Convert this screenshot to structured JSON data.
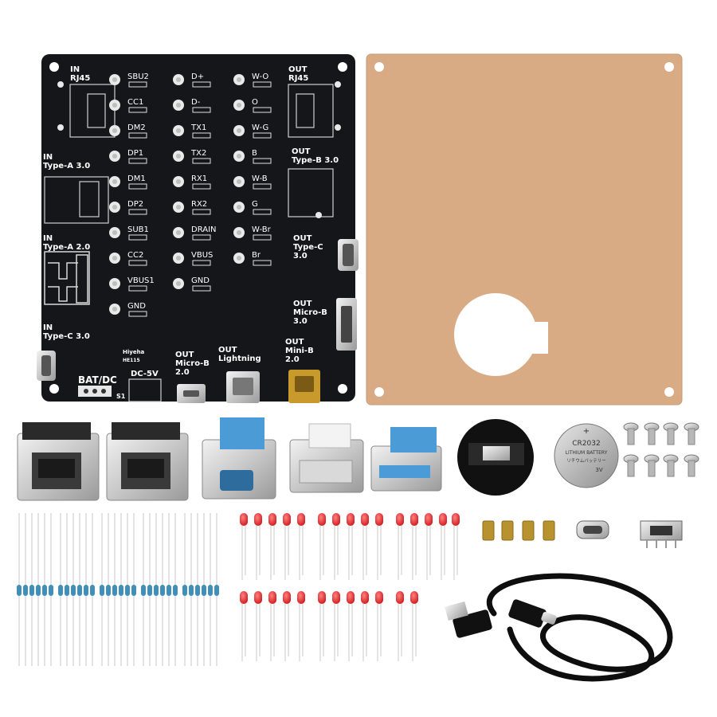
{
  "board": {
    "in_rj45": [
      "IN",
      "RJ45"
    ],
    "in_typea30": [
      "IN",
      "Type-A 3.0"
    ],
    "in_typea20": [
      "IN",
      "Type-A 2.0"
    ],
    "in_typec30": [
      "IN",
      "Type-C 3.0"
    ],
    "out_rj45": [
      "OUT",
      "RJ45"
    ],
    "out_typeb30": [
      "OUT",
      "Type-B 3.0"
    ],
    "out_typec30": [
      "OUT",
      "Type-C",
      "3.0"
    ],
    "out_microb30": [
      "OUT",
      "Micro-B",
      "3.0"
    ],
    "out_microb20": [
      "OUT",
      "Micro-B",
      "2.0"
    ],
    "out_lightning": [
      "OUT",
      "Lightning"
    ],
    "out_minib20": [
      "OUT",
      "Mini-B",
      "2.0"
    ],
    "bat_dc": "BAT/DC",
    "dc_5v": "DC-5V",
    "s1": "S1",
    "brand": "Hiyeha",
    "model": "HE115",
    "col1": [
      "SBU2",
      "CC1",
      "DM2",
      "DP1",
      "DM1",
      "DP2",
      "SUB1",
      "CC2",
      "VBUS1",
      "GND"
    ],
    "col2": [
      "D+",
      "D-",
      "TX1",
      "TX2",
      "RX1",
      "RX2",
      "DRAIN",
      "VBUS",
      "GND"
    ],
    "col3": [
      "W-O",
      "O",
      "W-G",
      "B",
      "W-B",
      "G",
      "W-Br",
      "Br"
    ]
  },
  "battery": {
    "model": "CR2032",
    "line1": "LITHIUM BATTERY",
    "line2": "リチウムバッテリー",
    "voltage": "3V",
    "plus": "+"
  },
  "colors": {
    "pcb": "#15161a",
    "acrylic": "#d9ab84",
    "led": "#e0262a",
    "usb_blue": "#4a9bd6"
  }
}
